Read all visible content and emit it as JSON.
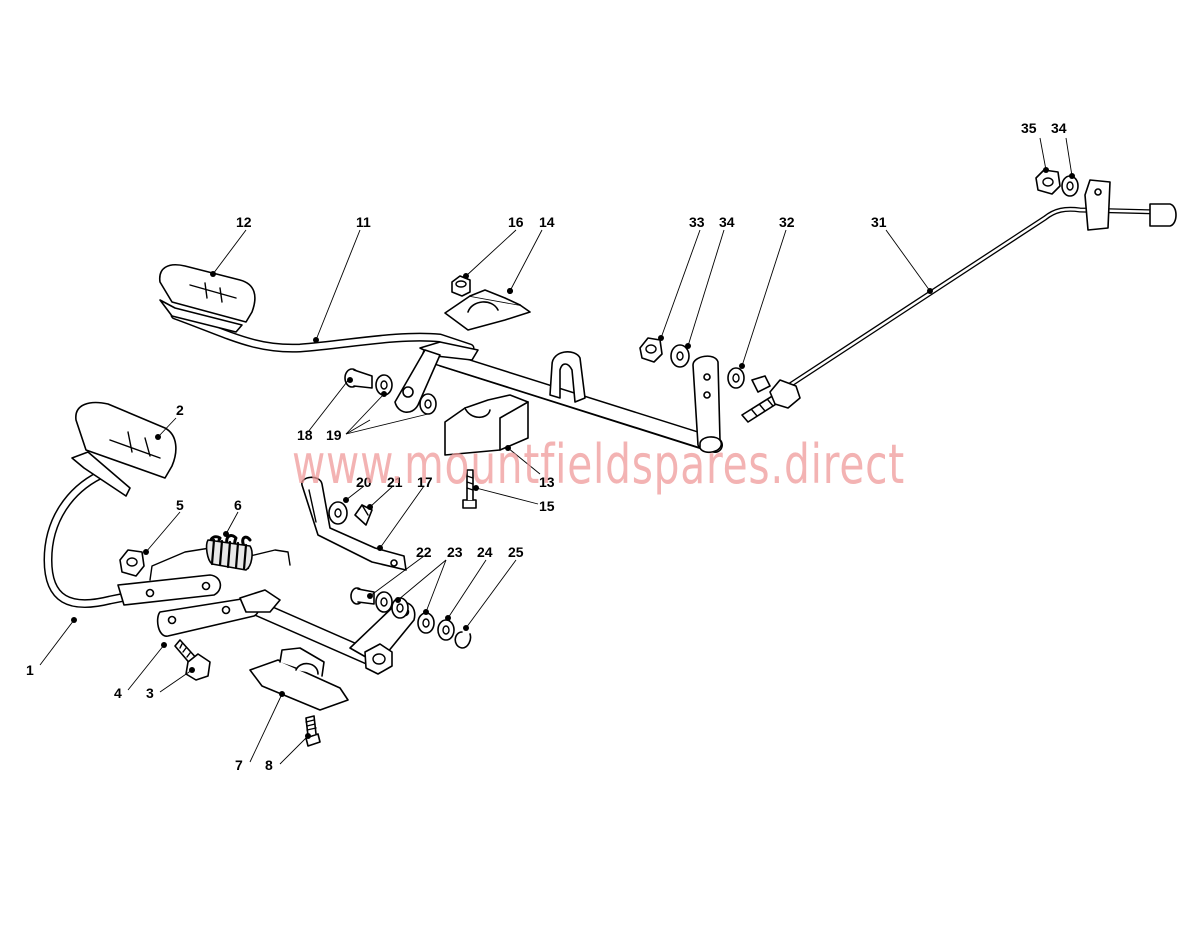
{
  "watermark": "www.mountfieldspares.direct",
  "callouts": {
    "c1": "1",
    "c2": "2",
    "c3": "3",
    "c4": "4",
    "c5": "5",
    "c6": "6",
    "c7": "7",
    "c8": "8",
    "c11": "11",
    "c12": "12",
    "c13": "13",
    "c14": "14",
    "c15": "15",
    "c16": "16",
    "c17": "17",
    "c18": "18",
    "c19": "19",
    "c20": "20",
    "c21": "21",
    "c22": "22",
    "c23": "23",
    "c24": "24",
    "c25": "25",
    "c31": "31",
    "c32": "32",
    "c33": "33",
    "c34a": "34",
    "c34b": "34",
    "c35": "35"
  },
  "colors": {
    "line": "#000000",
    "watermark": "#ef9a9a",
    "background": "#ffffff"
  }
}
